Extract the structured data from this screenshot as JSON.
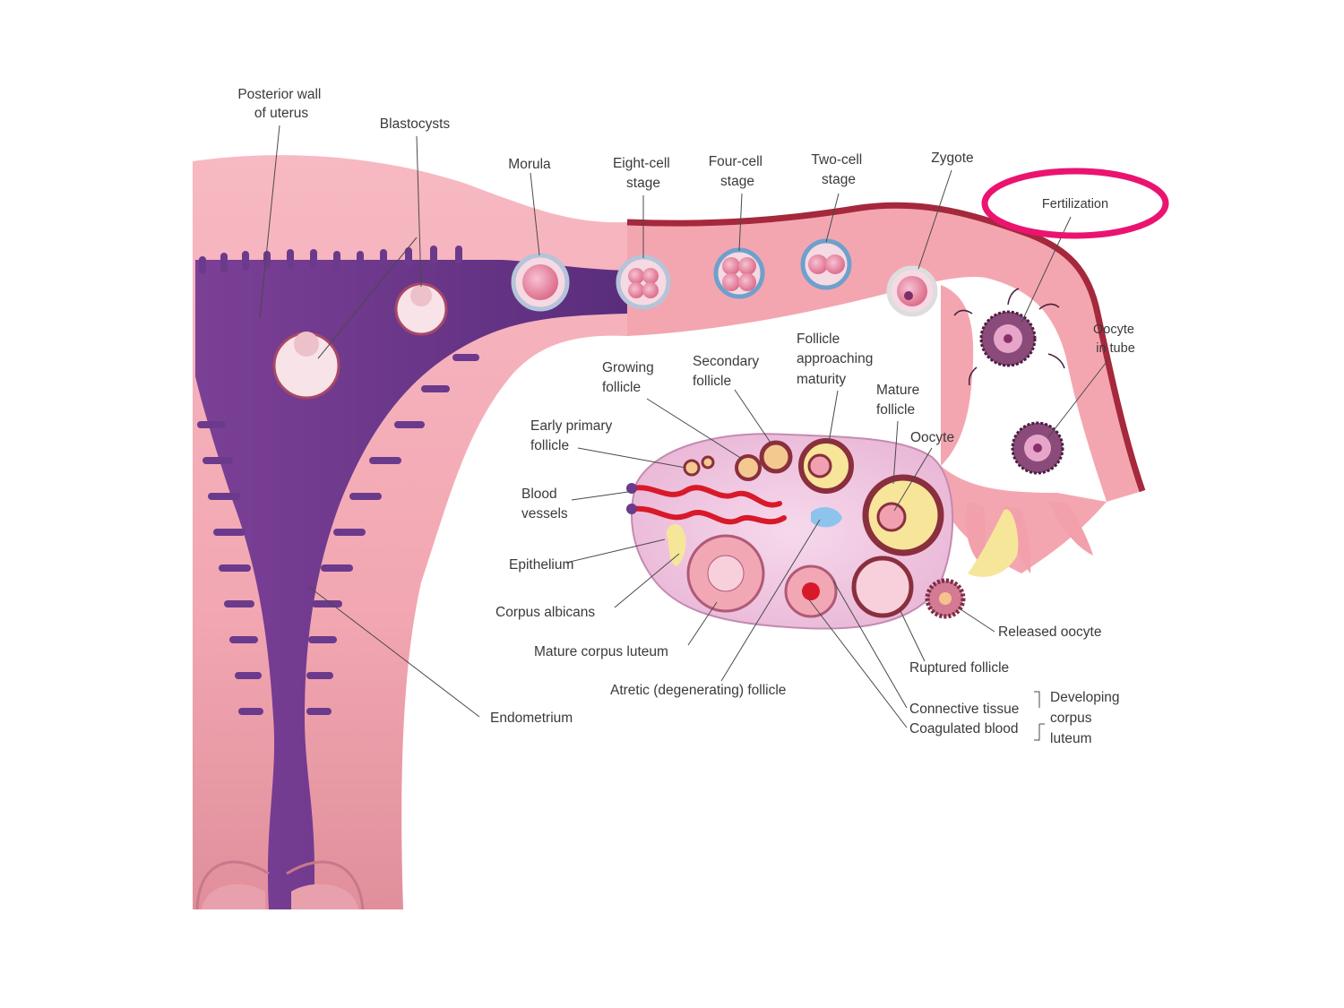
{
  "labels": {
    "posterior_wall": [
      "Posterior wall",
      "of uterus"
    ],
    "blastocysts": "Blastocysts",
    "morula": "Morula",
    "eight_cell": [
      "Eight-cell",
      "stage"
    ],
    "four_cell": [
      "Four-cell",
      "stage"
    ],
    "two_cell": [
      "Two-cell",
      "stage"
    ],
    "zygote": "Zygote",
    "fertilization": "Fertilization",
    "oocyte_in_tube": [
      "Oocyte",
      "in tube"
    ],
    "follicle_approaching": [
      "Follicle",
      "approaching",
      "maturity"
    ],
    "secondary_follicle": [
      "Secondary",
      "follicle"
    ],
    "growing_follicle": [
      "Growing",
      "follicle"
    ],
    "mature_follicle": [
      "Mature",
      "follicle"
    ],
    "oocyte": "Oocyte",
    "early_primary": [
      "Early primary",
      "follicle"
    ],
    "blood_vessels": [
      "Blood",
      "vessels"
    ],
    "epithelium": "Epithelium",
    "corpus_albicans": "Corpus albicans",
    "mature_corpus_luteum": "Mature corpus luteum",
    "atretic_follicle": "Atretic (degenerating) follicle",
    "released_oocyte": "Released oocyte",
    "ruptured_follicle": "Ruptured follicle",
    "connective_tissue": "Connective tissue",
    "coagulated_blood": "Coagulated blood",
    "developing_corpus_luteum": [
      "Developing",
      "corpus",
      "luteum"
    ],
    "endometrium": "Endometrium"
  },
  "colors": {
    "uterus_wall": "#f2a3ad",
    "uterus_light": "#f8c6cc",
    "endometrium": "#6b3a8c",
    "tube_wall": "#a5283c",
    "ovary": "#f3cfe6",
    "blood_vessel": "#d8192a",
    "highlight_ellipse": "#ea1470"
  }
}
